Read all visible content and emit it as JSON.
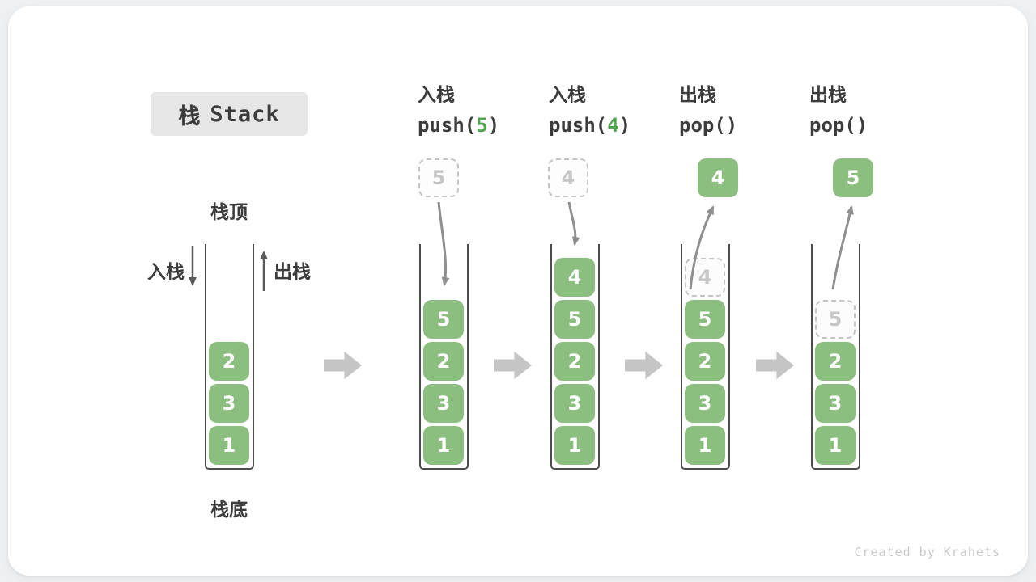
{
  "title": {
    "zh": "栈",
    "en": "Stack"
  },
  "labels": {
    "stack_top": "栈顶",
    "stack_bottom": "栈底",
    "push_side": "入栈",
    "pop_side": "出栈"
  },
  "watermark": "Created by Krahets",
  "colors": {
    "box_green": "#8CBE80",
    "accent_green": "#4FA34F",
    "curve_arrow_gray": "#8F8F8F",
    "side_arrow_gray": "#5A5A5A",
    "block_arrow_gray": "#C5C5C5",
    "ghost_gray": "#C4C4C4",
    "text_dark": "#3C3C3C",
    "title_bg": "#E6E6E6"
  },
  "columns": [
    {
      "name": "initial-state",
      "header": null,
      "floating": null,
      "stack": [
        {
          "v": "2"
        },
        {
          "v": "3"
        },
        {
          "v": "1"
        }
      ]
    },
    {
      "name": "push-5",
      "header": {
        "line1": "入栈",
        "line2": [
          {
            "t": "push("
          },
          {
            "t": "5",
            "green": true
          },
          {
            "t": ")"
          }
        ]
      },
      "floating": {
        "v": "5",
        "variant": "dashed"
      },
      "stack": [
        {
          "v": "5"
        },
        {
          "v": "2"
        },
        {
          "v": "3"
        },
        {
          "v": "1"
        }
      ]
    },
    {
      "name": "push-4",
      "header": {
        "line1": "入栈",
        "line2": [
          {
            "t": "push("
          },
          {
            "t": "4",
            "green": true
          },
          {
            "t": ")"
          }
        ]
      },
      "floating": {
        "v": "4",
        "variant": "dashed"
      },
      "stack": [
        {
          "v": "4"
        },
        {
          "v": "5"
        },
        {
          "v": "2"
        },
        {
          "v": "3"
        },
        {
          "v": "1"
        }
      ]
    },
    {
      "name": "pop-4",
      "header": {
        "line1": "出栈",
        "line2": [
          {
            "t": "pop()"
          }
        ]
      },
      "floating": {
        "v": "4",
        "variant": "solid"
      },
      "stack": [
        {
          "v": "4",
          "ghost": true
        },
        {
          "v": "5"
        },
        {
          "v": "2"
        },
        {
          "v": "3"
        },
        {
          "v": "1"
        }
      ]
    },
    {
      "name": "pop-5",
      "header": {
        "line1": "出栈",
        "line2": [
          {
            "t": "pop()"
          }
        ]
      },
      "floating": {
        "v": "5",
        "variant": "solid"
      },
      "stack": [
        {
          "v": "5",
          "ghost": true
        },
        {
          "v": "2"
        },
        {
          "v": "3"
        },
        {
          "v": "1"
        }
      ]
    }
  ]
}
